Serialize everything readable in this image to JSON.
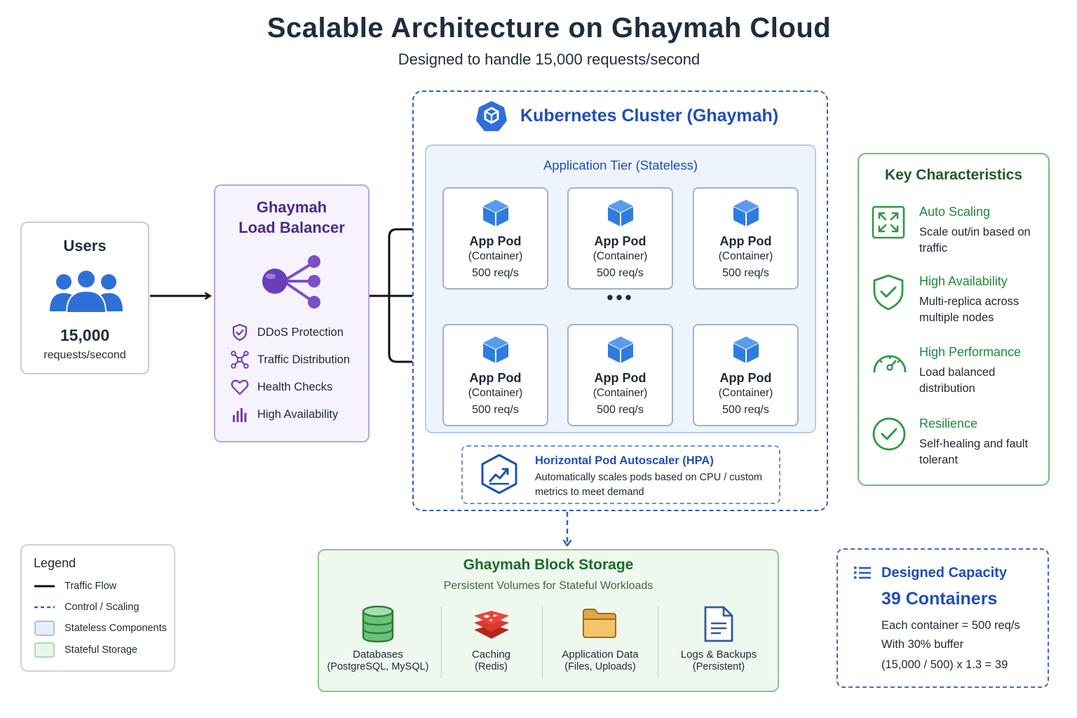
{
  "title": "Scalable Architecture on Ghaymah Cloud",
  "subtitle": "Designed to handle 15,000 requests/second",
  "users": {
    "title": "Users",
    "count": "15,000",
    "unit": "requests/second",
    "icon": "users-icon"
  },
  "load_balancer": {
    "title_line1": "Ghaymah",
    "title_line2": "Load Balancer",
    "icon": "load-balancer-icon",
    "features": [
      {
        "label": "DDoS Protection",
        "icon": "shield-icon"
      },
      {
        "label": "Traffic Distribution",
        "icon": "distribution-icon"
      },
      {
        "label": "Health Checks",
        "icon": "heart-icon"
      },
      {
        "label": "High Availability",
        "icon": "bar-chart-icon"
      }
    ]
  },
  "cluster": {
    "title": "Kubernetes Cluster (Ghaymah)",
    "icon": "kubernetes-icon",
    "app_tier": {
      "title": "Application Tier (Stateless)",
      "ellipsis": "•••",
      "pods": [
        {
          "name": "App Pod",
          "type": "(Container)",
          "rate": "500 req/s"
        },
        {
          "name": "App Pod",
          "type": "(Container)",
          "rate": "500 req/s"
        },
        {
          "name": "App Pod",
          "type": "(Container)",
          "rate": "500 req/s"
        },
        {
          "name": "App Pod",
          "type": "(Container)",
          "rate": "500 req/s"
        },
        {
          "name": "App Pod",
          "type": "(Container)",
          "rate": "500 req/s"
        },
        {
          "name": "App Pod",
          "type": "(Container)",
          "rate": "500 req/s"
        }
      ]
    },
    "hpa": {
      "title": "Horizontal Pod Autoscaler (HPA)",
      "description": "Automatically scales pods based on CPU / custom metrics to meet demand",
      "icon": "autoscaler-chart-icon"
    }
  },
  "storage": {
    "title": "Ghaymah Block Storage",
    "subtitle": "Persistent Volumes for Stateful Workloads",
    "items": [
      {
        "name": "Databases",
        "sub": "(PostgreSQL, MySQL)",
        "icon": "database-icon"
      },
      {
        "name": "Caching",
        "sub": "(Redis)",
        "icon": "redis-icon"
      },
      {
        "name": "Application Data",
        "sub": "(Files, Uploads)",
        "icon": "folder-icon"
      },
      {
        "name": "Logs & Backups",
        "sub": "(Persistent)",
        "icon": "document-icon"
      }
    ]
  },
  "key_characteristics": {
    "title": "Key Characteristics",
    "items": [
      {
        "title": "Auto Scaling",
        "desc": "Scale out/in based on traffic",
        "icon": "expand-arrows-icon"
      },
      {
        "title": "High Availability",
        "desc": "Multi-replica across multiple nodes",
        "icon": "shield-check-icon"
      },
      {
        "title": "High Performance",
        "desc": "Load balanced distribution",
        "icon": "speedometer-icon"
      },
      {
        "title": "Resilience",
        "desc": "Self-healing and fault tolerant",
        "icon": "check-circle-icon"
      }
    ]
  },
  "legend": {
    "title": "Legend",
    "items": [
      {
        "label": "Traffic Flow"
      },
      {
        "label": "Control / Scaling"
      },
      {
        "label": "Stateless Components"
      },
      {
        "label": "Stateful Storage"
      }
    ]
  },
  "capacity": {
    "title": "Designed Capacity",
    "value": "39 Containers",
    "line1": "Each container = 500 req/s",
    "line2": "With 30% buffer",
    "line3": "(15,000 / 500) x 1.3 = 39",
    "icon": "list-icon"
  },
  "colors": {
    "traffic": "#111111",
    "control": "#2f5fc9",
    "pod_blue": "#2f7be0",
    "lb_purple": "#7a4fc9",
    "green": "#2e9a46"
  }
}
